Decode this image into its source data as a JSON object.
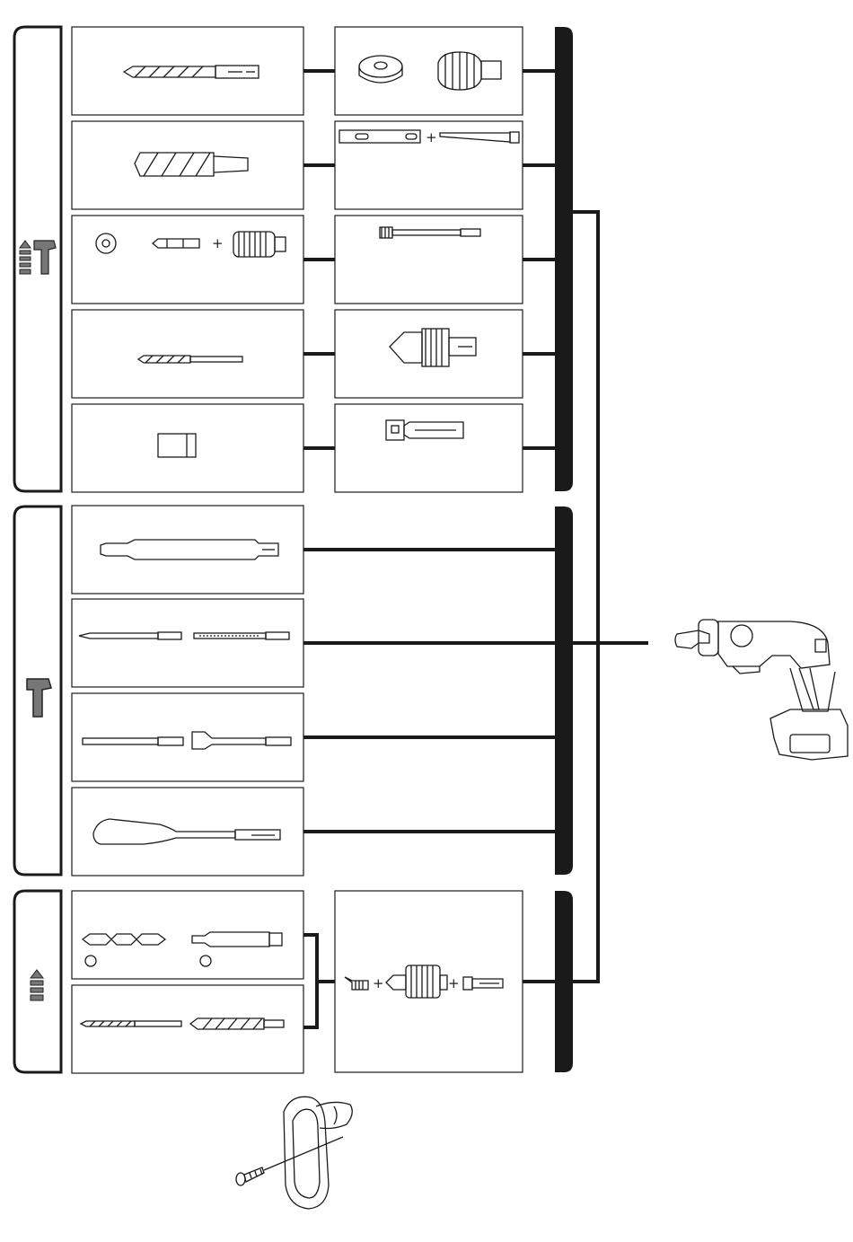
{
  "diagram": {
    "modes": [
      {
        "id": "rotation-with-hammering",
        "icon": "drill-and-hammer-icon",
        "rows": 5
      },
      {
        "id": "hammering-only",
        "icon": "hammer-icon",
        "rows": 4
      },
      {
        "id": "rotation-only",
        "icon": "drill-icon",
        "rows": 2
      }
    ],
    "accessories": {
      "left_column_rotation_hammering": [
        "sds-plus-drill-bit",
        "core-bit",
        "diamond-core-bit-with-center-bit",
        "drill-bit",
        "bit-adapter"
      ],
      "right_column_rotation_hammering": [
        "dust-cup-and-dust-extractor",
        "adapter-plus-taper-shank",
        "extension-rod",
        "keyless-drill-chuck",
        "chuck-adapter"
      ],
      "hammering": [
        "bull-point",
        "point-chisel-and-cold-chisel",
        "cold-chisel-and-scaling-chisel",
        "grooving-chisel"
      ],
      "rotation": [
        "screwdriver-bits",
        "wood-drill-bits",
        "chuck-assembly"
      ]
    },
    "symbols": {
      "plus": "+",
      "phillips_mark": "⊕",
      "slotted_mark": "⊖"
    },
    "colors": {
      "line": "#1a1a1a",
      "icon_fill": "#777777",
      "bar": "#1a1a1a"
    }
  }
}
